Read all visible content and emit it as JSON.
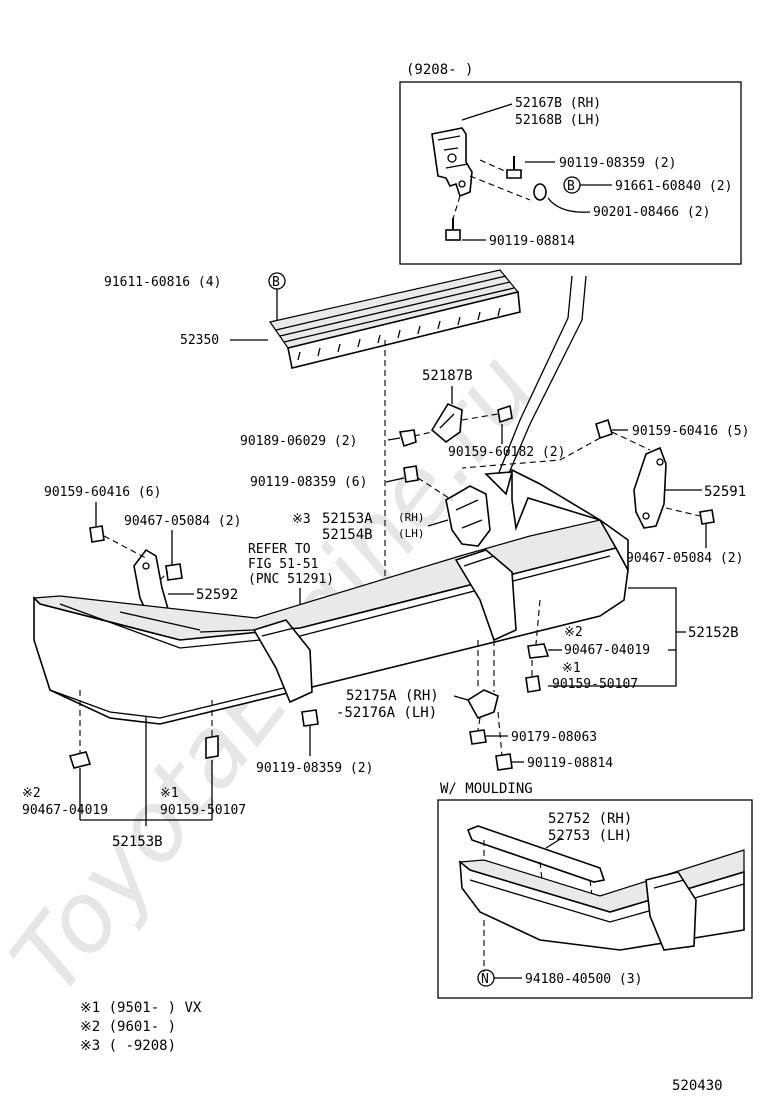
{
  "watermark": "ToyotaEngine.ru",
  "inset_top": {
    "title": "(9208-      )",
    "labels": {
      "p52167b": "52167B (RH)",
      "p52168b": "52168B (LH)",
      "p90119_08359_2": "90119-08359 (2)",
      "p91661": "91661-60840 (2)",
      "p90201": "90201-08466 (2)",
      "p90119_08814": "90119-08814"
    },
    "circle_b": "B"
  },
  "main": {
    "labels": {
      "p91611": "91611-60816 (4)",
      "circle_b": "B",
      "p52350": "52350",
      "p52187b": "52187B",
      "p90189": "90189-06029 (2)",
      "p90159_60182": "90159-60182 (2)",
      "p90159_60416_5": "90159-60416 (5)",
      "p52591": "52591",
      "p90119_08359_6": "90119-08359 (6)",
      "ref3": "※3",
      "p52153a": "52153A",
      "rh1": "(RH)",
      "p52154b": "52154B",
      "lh1": "(LH)",
      "p90467_05084_right": "90467-05084 (2)",
      "p90159_60416_6": "90159-60416 (6)",
      "p90467_05084_left": "90467-05084 (2)",
      "refer1": "REFER TO",
      "refer2": "FIG 51-51",
      "refer3": "(PNC 51291)",
      "p52592": "52592",
      "ref2a": "※2",
      "p90467_04019_r": "90467-04019",
      "p52152b": "52152B",
      "ref1a": "※1",
      "p90159_50107_r": "90159-50107",
      "p52175a": "52175A (RH)",
      "p52176a": "-52176A (LH)",
      "p90179": "90179-08063",
      "p90119_08814_b": "90119-08814",
      "p90119_08359_2b": "90119-08359 (2)",
      "ref2b": "※2",
      "p90467_04019_l": "90467-04019",
      "ref1b": "※1",
      "p90159_50107_l": "90159-50107",
      "p52153b": "52153B"
    }
  },
  "inset_bottom": {
    "title": "W/ MOULDING",
    "labels": {
      "p52752": "52752 (RH)",
      "p52753": "52753 (LH)",
      "p94180": "94180-40500 (3)"
    },
    "circle_n": "N"
  },
  "footnotes": [
    "※1  (9501-      ) VX",
    "※2  (9601-      )",
    "※3  (      -9208)"
  ],
  "figure_number": "520430"
}
